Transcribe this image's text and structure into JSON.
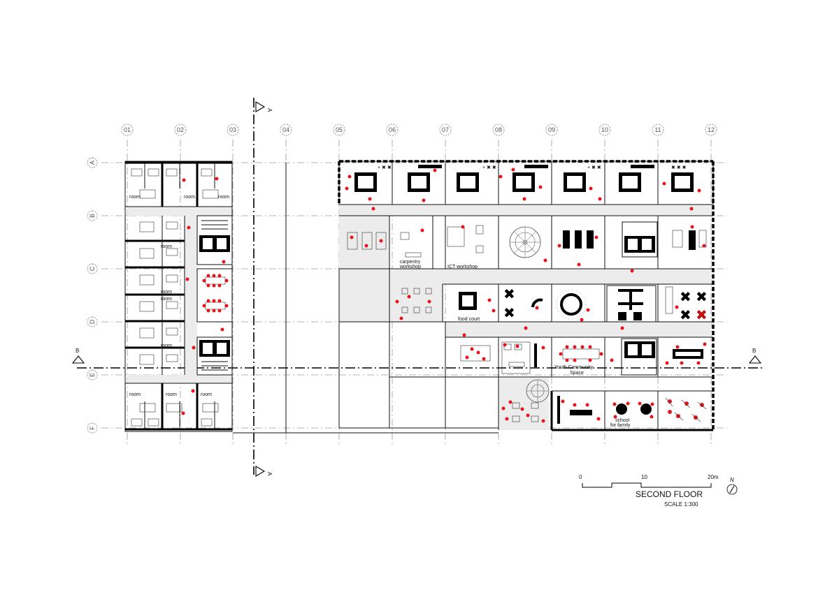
{
  "grid": {
    "columns": [
      "01",
      "02",
      "03",
      "04",
      "05",
      "06",
      "07",
      "08",
      "09",
      "10",
      "11",
      "12"
    ],
    "rows": [
      "A",
      "B",
      "C",
      "D",
      "E",
      "F"
    ]
  },
  "section_markers": {
    "a_top": "A",
    "a_bottom": "A",
    "b_left": "B",
    "b_right": "B"
  },
  "room_labels": {
    "rooms": [
      "room",
      "room",
      "room",
      "room",
      "room",
      "room",
      "room",
      "room",
      "room",
      "room"
    ],
    "carpentry_1": "carpentry",
    "carpentry_2": "workshop",
    "ict": "ICT workshop",
    "food": "food court",
    "youth_1": "Youth Community",
    "youth_2": "Space",
    "school_1": "school",
    "school_2": "for family"
  },
  "title_block": {
    "title": "SECOND FLOOR",
    "scale": "SCALE 1:300",
    "scale_ticks": [
      "0",
      "10",
      "20m"
    ],
    "north": "N"
  },
  "colors": {
    "accent_chair": "#e8141c",
    "room_fill": "#ececec"
  }
}
